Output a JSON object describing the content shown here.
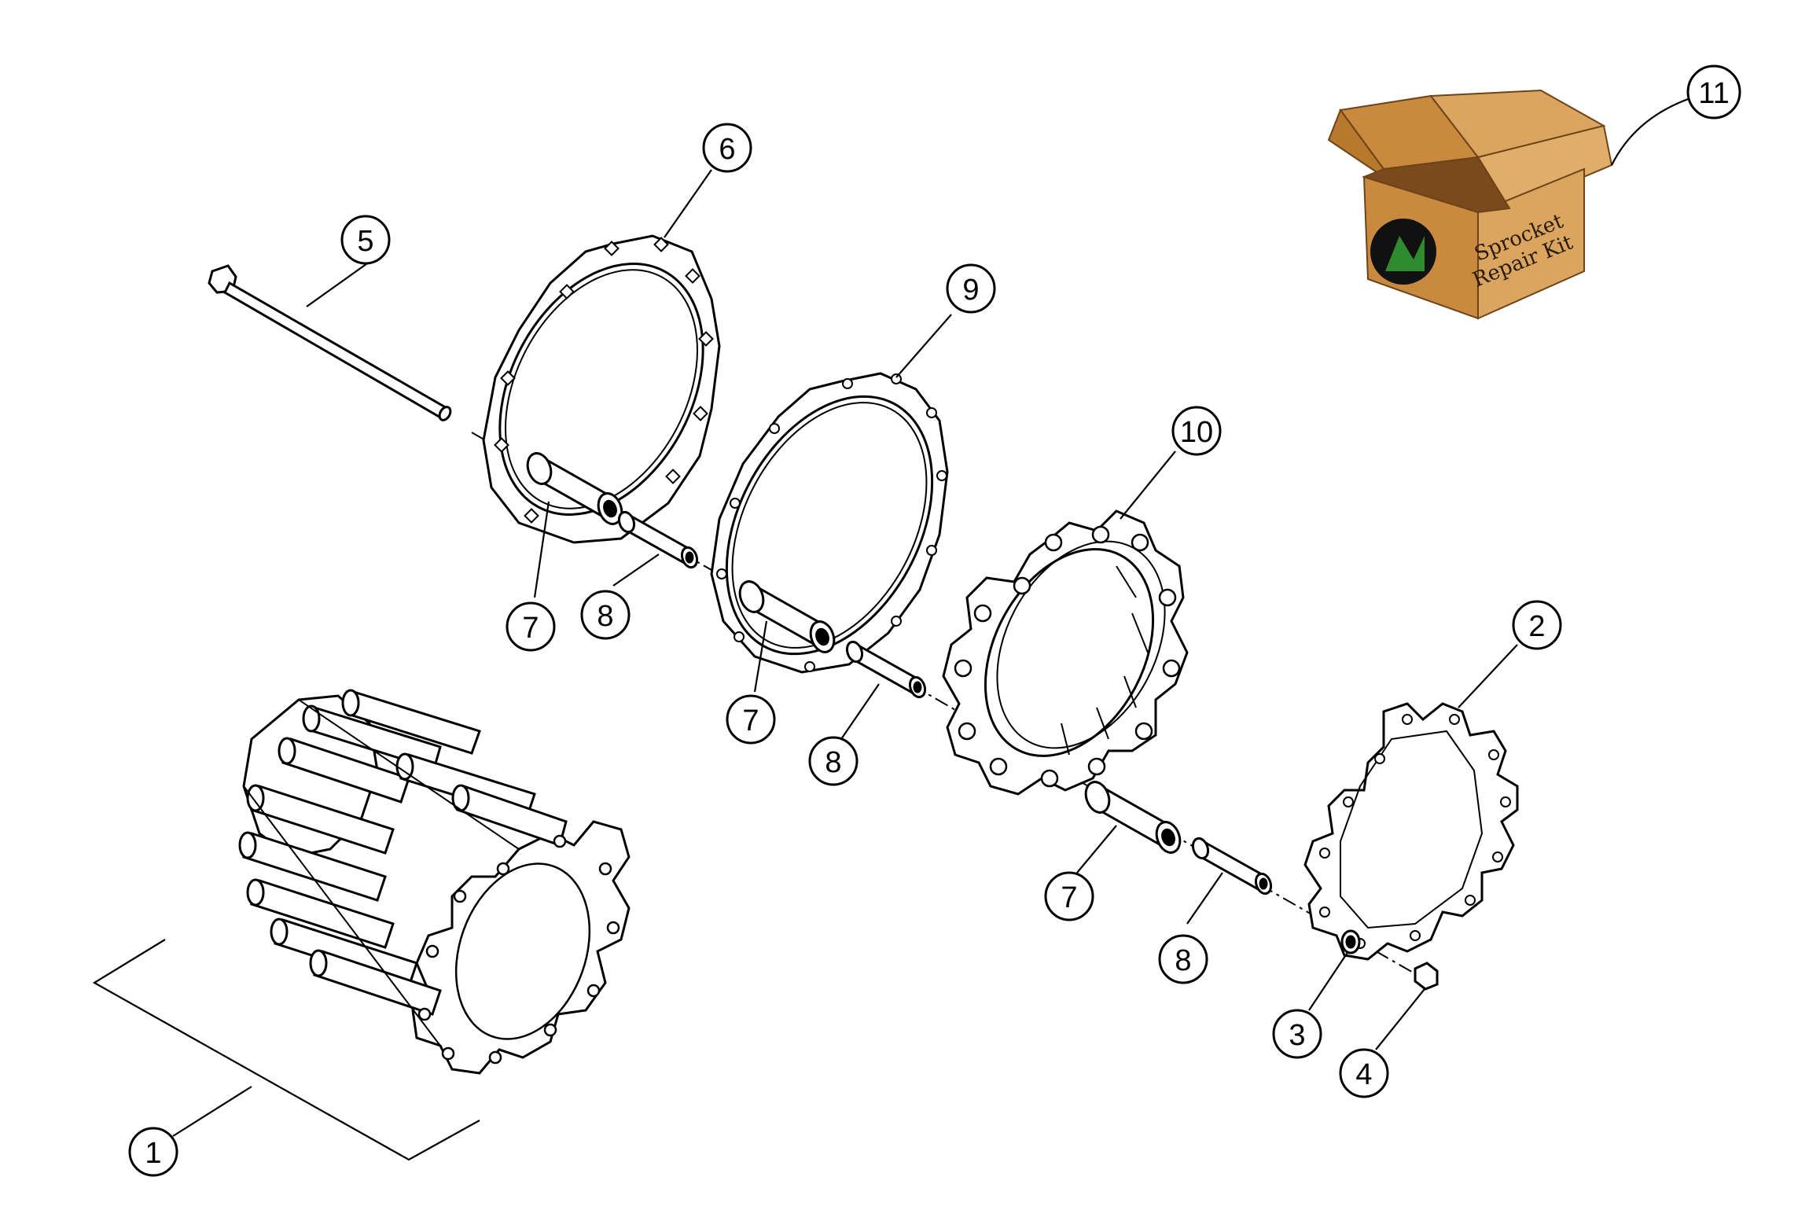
{
  "callouts": [
    {
      "id": "c1",
      "label": "1"
    },
    {
      "id": "c2",
      "label": "2"
    },
    {
      "id": "c3",
      "label": "3"
    },
    {
      "id": "c4",
      "label": "4"
    },
    {
      "id": "c5",
      "label": "5"
    },
    {
      "id": "c6",
      "label": "6"
    },
    {
      "id": "c7a",
      "label": "7"
    },
    {
      "id": "c7b",
      "label": "7"
    },
    {
      "id": "c7c",
      "label": "7"
    },
    {
      "id": "c8a",
      "label": "8"
    },
    {
      "id": "c8b",
      "label": "8"
    },
    {
      "id": "c8c",
      "label": "8"
    },
    {
      "id": "c9",
      "label": "9"
    },
    {
      "id": "c10",
      "label": "10"
    },
    {
      "id": "c11",
      "label": "11"
    }
  ],
  "kit_box": {
    "line1": "Sprocket",
    "line2": "Repair Kit"
  },
  "colors": {
    "line": "#000000",
    "box_light": "#d9a55f",
    "box_mid": "#c98a3f",
    "box_dark": "#a8692a",
    "logo_green": "#2e8b2e"
  }
}
